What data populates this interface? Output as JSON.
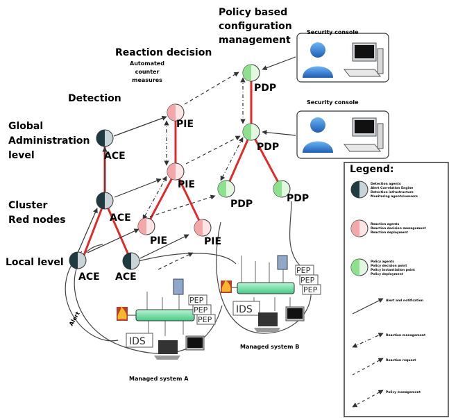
{
  "headings": {
    "policy": [
      "Policy based",
      "configuration",
      "management"
    ],
    "reaction": "Reaction decision",
    "automated": [
      "Automated",
      "counter",
      "measures"
    ],
    "detection": "Detection"
  },
  "levels": {
    "global": [
      "Global",
      "Administration",
      "level"
    ],
    "cluster": [
      "Cluster",
      "Red nodes"
    ],
    "local": "Local level"
  },
  "nodes": {
    "ace": "ACE",
    "pie": "PIE",
    "pdp": "PDP"
  },
  "consoles": [
    "Security console",
    "Security console"
  ],
  "systems": [
    "Managed system A",
    "Managed system B"
  ],
  "network": {
    "pep": "PEP",
    "ids": "IDS",
    "alert": "Alert"
  },
  "legend": {
    "title": "Legend:",
    "ace_lines": [
      "Detection agents",
      "Alert Correlation Engine",
      "Detection infrastructure",
      "Monitoring agents/sensors"
    ],
    "pie_lines": [
      "Reaction agents",
      "Reaction decision management",
      "Reaction deployment"
    ],
    "pdp_lines": [
      "Policy agents",
      "Policy decision point",
      "Policy instantiation point",
      "Policy deployment"
    ],
    "arrows": [
      "Alert and notification",
      "Reaction management",
      "Reaction request",
      "Policy management"
    ]
  },
  "colors": {
    "ace_dark": "#1f3a40",
    "pie": "#f4a7a8",
    "pdp": "#8ee08e",
    "bus": "#7ae0a8",
    "red_link": "#e02a2a",
    "user": "#2b7bd6"
  }
}
